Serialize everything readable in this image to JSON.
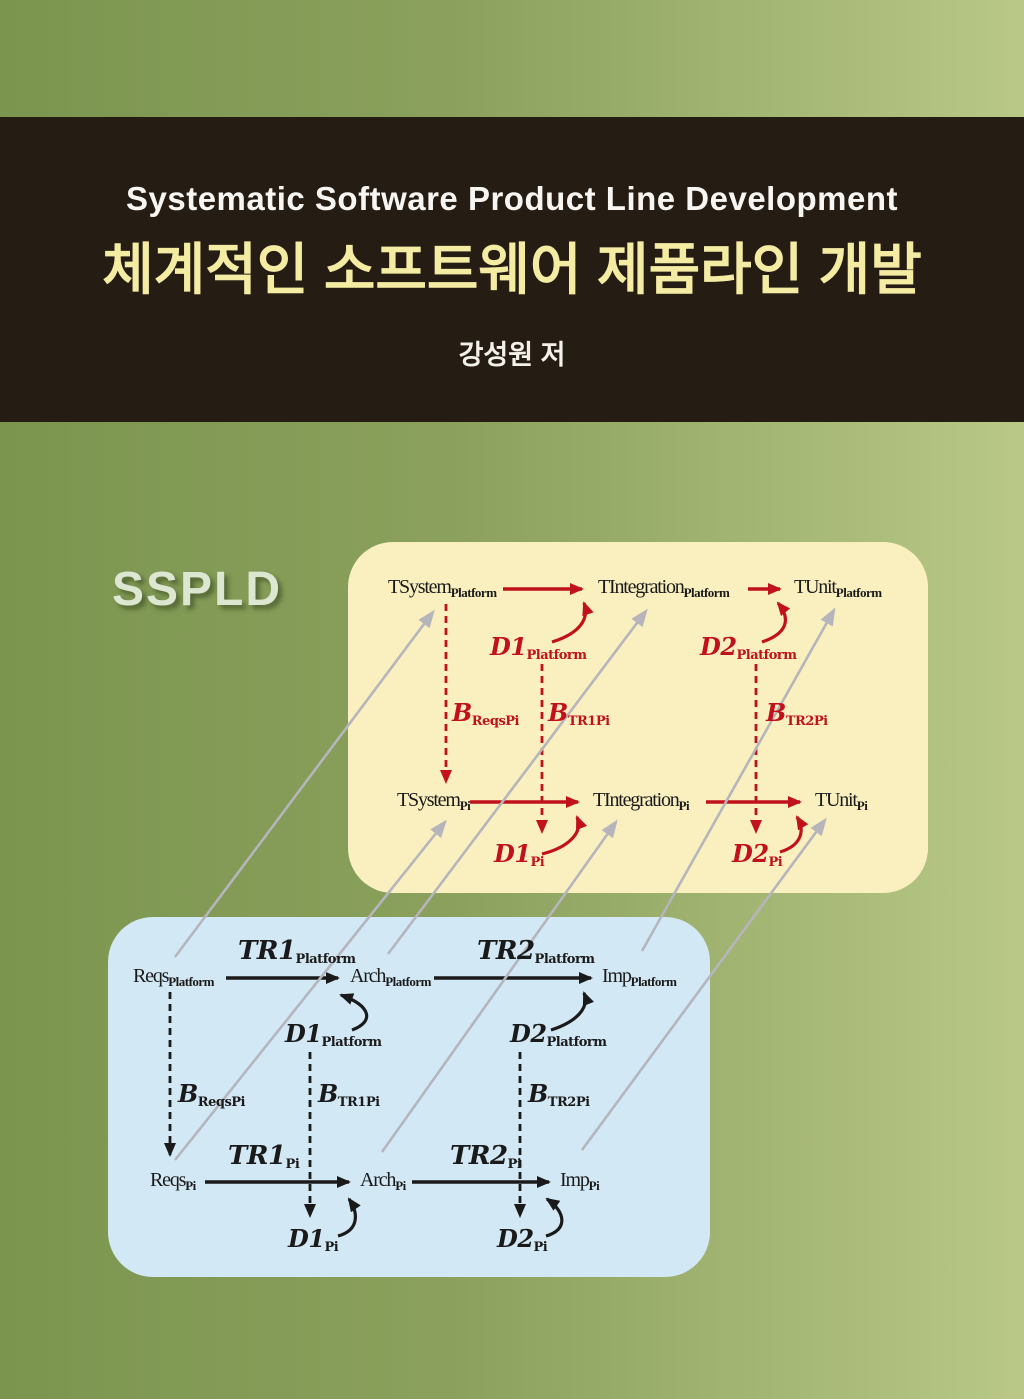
{
  "header": {
    "title_en": "Systematic Software Product Line Development",
    "title_ko": "체계적인 소프트웨어 제품라인 개발",
    "author": "강성원 저"
  },
  "watermark": "SSPLD",
  "colors": {
    "band": "#251c13",
    "title_ko": "#f5eca4",
    "title_en": "#f8f6f3",
    "background_left": "#7b954f",
    "background_right": "#b9c887",
    "test_panel": "#faf0bf",
    "dev_panel": "#d3e8f5",
    "test_diagram_red": "#c0111c",
    "dev_diagram_black": "#1a1a1a",
    "traceability_gray": "#b5b5bb",
    "watermark_color": "#dce6d0"
  },
  "test_diagram": {
    "platform_row": [
      {
        "main": "TSystem",
        "sub": "Platform"
      },
      {
        "main": "TIntegration",
        "sub": "Platform"
      },
      {
        "main": "TUnit",
        "sub": "Platform"
      }
    ],
    "product_row": [
      {
        "main": "TSystem",
        "sub": "Pi"
      },
      {
        "main": "TIntegration",
        "sub": "Pi"
      },
      {
        "main": "TUnit",
        "sub": "Pi"
      }
    ],
    "decisions_platform": [
      {
        "main": "D1",
        "sub": "Platform"
      },
      {
        "main": "D2",
        "sub": "Platform"
      }
    ],
    "decisions_product": [
      {
        "main": "D1",
        "sub": "Pi"
      },
      {
        "main": "D2",
        "sub": "Pi"
      }
    ],
    "bindings": [
      {
        "main": "B",
        "sub": "ReqsPi"
      },
      {
        "main": "B",
        "sub": "TR1Pi"
      },
      {
        "main": "B",
        "sub": "TR2Pi"
      }
    ]
  },
  "dev_diagram": {
    "platform_row": [
      {
        "main": "Reqs",
        "sub": "Platform"
      },
      {
        "main": "Arch",
        "sub": "Platform"
      },
      {
        "main": "Imp",
        "sub": "Platform"
      }
    ],
    "product_row": [
      {
        "main": "Reqs",
        "sub": "Pi"
      },
      {
        "main": "Arch",
        "sub": "Pi"
      },
      {
        "main": "Imp",
        "sub": "Pi"
      }
    ],
    "transforms_platform": [
      {
        "main": "TR1",
        "sub": "Platform"
      },
      {
        "main": "TR2",
        "sub": "Platform"
      }
    ],
    "transforms_product": [
      {
        "main": "TR1",
        "sub": "Pi"
      },
      {
        "main": "TR2",
        "sub": "Pi"
      }
    ],
    "decisions_platform": [
      {
        "main": "D1",
        "sub": "Platform"
      },
      {
        "main": "D2",
        "sub": "Platform"
      }
    ],
    "decisions_product": [
      {
        "main": "D1",
        "sub": "Pi"
      },
      {
        "main": "D2",
        "sub": "Pi"
      }
    ],
    "bindings": [
      {
        "main": "B",
        "sub": "ReqsPi"
      },
      {
        "main": "B",
        "sub": "TR1Pi"
      },
      {
        "main": "B",
        "sub": "TR2Pi"
      }
    ]
  }
}
